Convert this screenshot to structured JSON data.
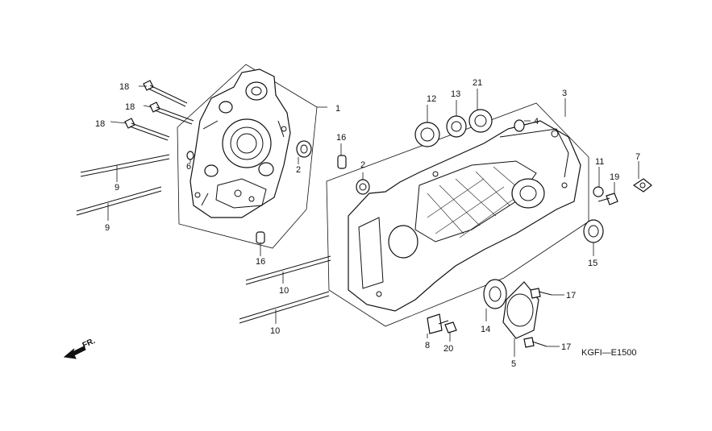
{
  "diagram": {
    "callouts": {
      "c1": "1",
      "c2a": "2",
      "c2b": "2",
      "c3": "3",
      "c4": "4",
      "c5": "5",
      "c6": "6",
      "c7": "7",
      "c8": "8",
      "c9a": "9",
      "c9b": "9",
      "c10a": "10",
      "c10b": "10",
      "c11": "11",
      "c12": "12",
      "c13": "13",
      "c14": "14",
      "c15": "15",
      "c16a": "16",
      "c16b": "16",
      "c17a": "17",
      "c17b": "17",
      "c18a": "18",
      "c18b": "18",
      "c18c": "18",
      "c19": "19",
      "c20": "20",
      "c21": "21"
    },
    "direction_label": "FR.",
    "figure_code": "KGFI—E1500"
  }
}
